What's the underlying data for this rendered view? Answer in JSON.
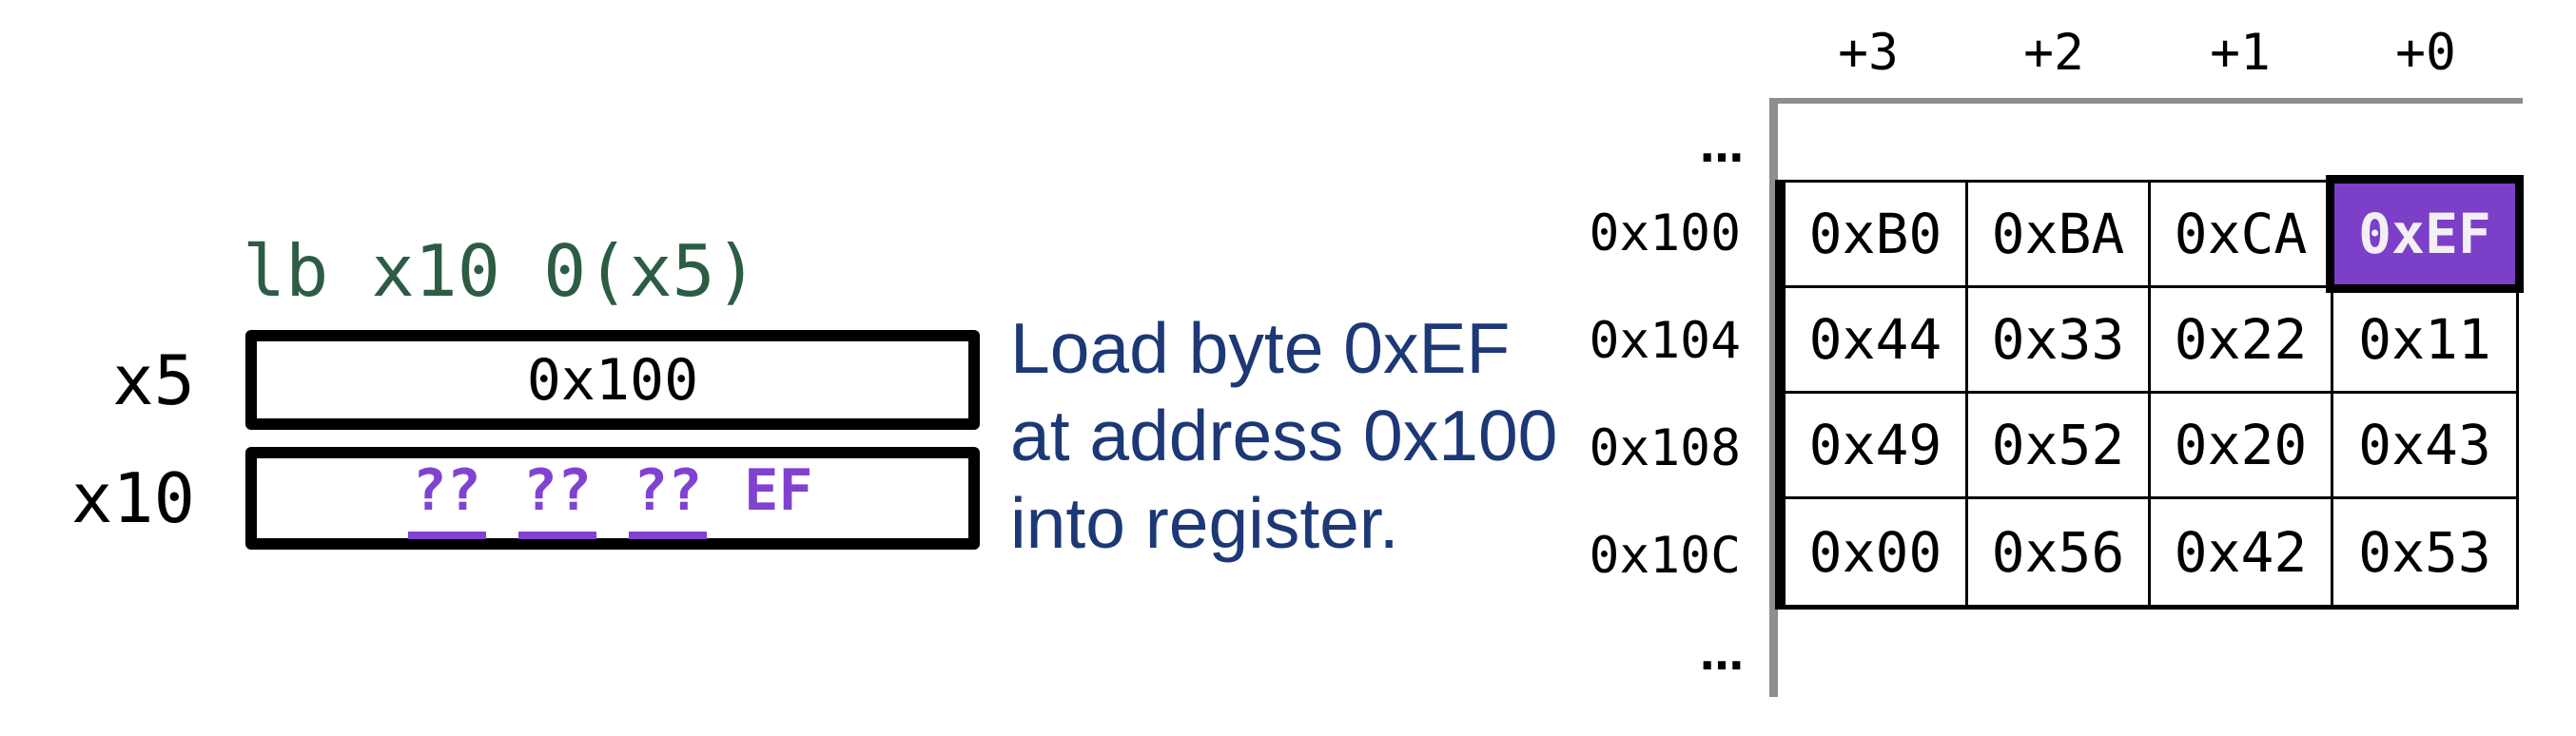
{
  "instruction": {
    "text": "lb x10 0(x5)"
  },
  "registers": [
    {
      "name": "x5",
      "value": "0x100"
    },
    {
      "name": "x10",
      "bytes": [
        "??",
        "??",
        "??",
        "EF"
      ]
    }
  ],
  "caption": {
    "lines": [
      "Load byte 0xEF",
      "at address 0x100",
      "into register."
    ]
  },
  "memory": {
    "column_headers": [
      "+3",
      "+2",
      "+1",
      "+0"
    ],
    "ellipsis_above": "…",
    "ellipsis_below": "…",
    "rows": [
      {
        "address": "0x100",
        "values": [
          "0xB0",
          "0xBA",
          "0xCA",
          "0xEF"
        ]
      },
      {
        "address": "0x104",
        "values": [
          "0x44",
          "0x33",
          "0x22",
          "0x11"
        ]
      },
      {
        "address": "0x108",
        "values": [
          "0x49",
          "0x52",
          "0x20",
          "0x43"
        ]
      },
      {
        "address": "0x10C",
        "values": [
          "0x00",
          "0x56",
          "0x42",
          "0x53"
        ]
      }
    ],
    "highlighted_cell": {
      "address": "0x100",
      "offset": "+0",
      "value": "0xEF"
    }
  },
  "colors": {
    "highlight_purple": "#7B3FC8",
    "unknown_bytes_purple": "#8142D0",
    "instruction_green": "#2D5C45",
    "caption_navy": "#1C3876",
    "memory_edge_gray": "#8E8E8E",
    "text_black": "#000000",
    "background": "#FFFFFF"
  }
}
